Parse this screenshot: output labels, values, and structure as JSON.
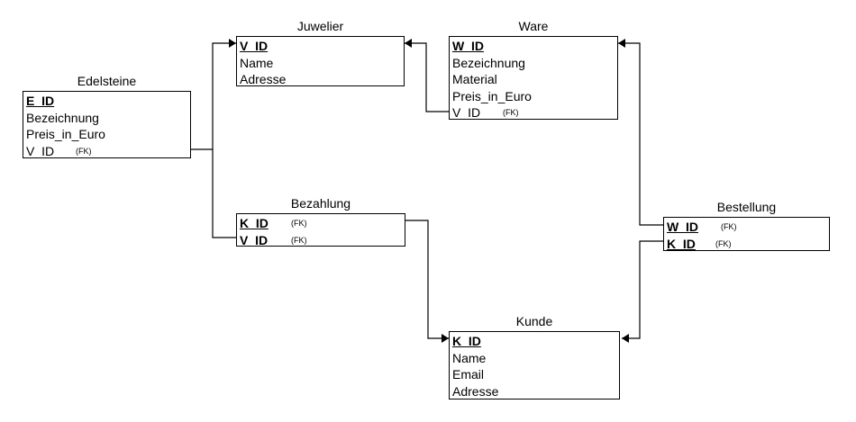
{
  "diagram": {
    "entities": {
      "juwelier": {
        "title": "Juwelier",
        "attrs": [
          {
            "name": "V_ID",
            "pk": true,
            "fk": ""
          },
          {
            "name": "Name",
            "pk": false,
            "fk": ""
          },
          {
            "name": "Adresse",
            "pk": false,
            "fk": ""
          }
        ]
      },
      "ware": {
        "title": "Ware",
        "attrs": [
          {
            "name": "W_ID",
            "pk": true,
            "fk": ""
          },
          {
            "name": "Bezeichnung",
            "pk": false,
            "fk": ""
          },
          {
            "name": "Material",
            "pk": false,
            "fk": ""
          },
          {
            "name": "Preis_in_Euro",
            "pk": false,
            "fk": ""
          },
          {
            "name": "V_ID",
            "pk": false,
            "fk": "(FK)"
          }
        ]
      },
      "edelsteine": {
        "title": "Edelsteine",
        "attrs": [
          {
            "name": "E_ID",
            "pk": true,
            "fk": ""
          },
          {
            "name": "Bezeichnung",
            "pk": false,
            "fk": ""
          },
          {
            "name": "Preis_in_Euro",
            "pk": false,
            "fk": ""
          },
          {
            "name": "V_ID",
            "pk": false,
            "fk": "(FK)"
          }
        ]
      },
      "bezahlung": {
        "title": "Bezahlung",
        "attrs": [
          {
            "name": "K_ID",
            "pk": true,
            "fk": "(FK)"
          },
          {
            "name": "V_ID",
            "pk": true,
            "fk": "(FK)"
          }
        ]
      },
      "bestellung": {
        "title": "Bestellung",
        "attrs": [
          {
            "name": "W_ID",
            "pk": true,
            "fk": "(FK)"
          },
          {
            "name": "K_ID",
            "pk": true,
            "fk": "(FK)"
          }
        ]
      },
      "kunde": {
        "title": "Kunde",
        "attrs": [
          {
            "name": "K_ID",
            "pk": true,
            "fk": ""
          },
          {
            "name": "Name",
            "pk": false,
            "fk": ""
          },
          {
            "name": "Email",
            "pk": false,
            "fk": ""
          },
          {
            "name": "Adresse",
            "pk": false,
            "fk": ""
          }
        ]
      }
    },
    "relationships": [
      {
        "from": "edelsteine",
        "to": "juwelier"
      },
      {
        "from": "ware",
        "to": "juwelier"
      },
      {
        "from": "bezahlung",
        "to": "juwelier"
      },
      {
        "from": "bezahlung",
        "to": "kunde"
      },
      {
        "from": "bestellung",
        "to": "ware"
      },
      {
        "from": "bestellung",
        "to": "kunde"
      }
    ]
  }
}
